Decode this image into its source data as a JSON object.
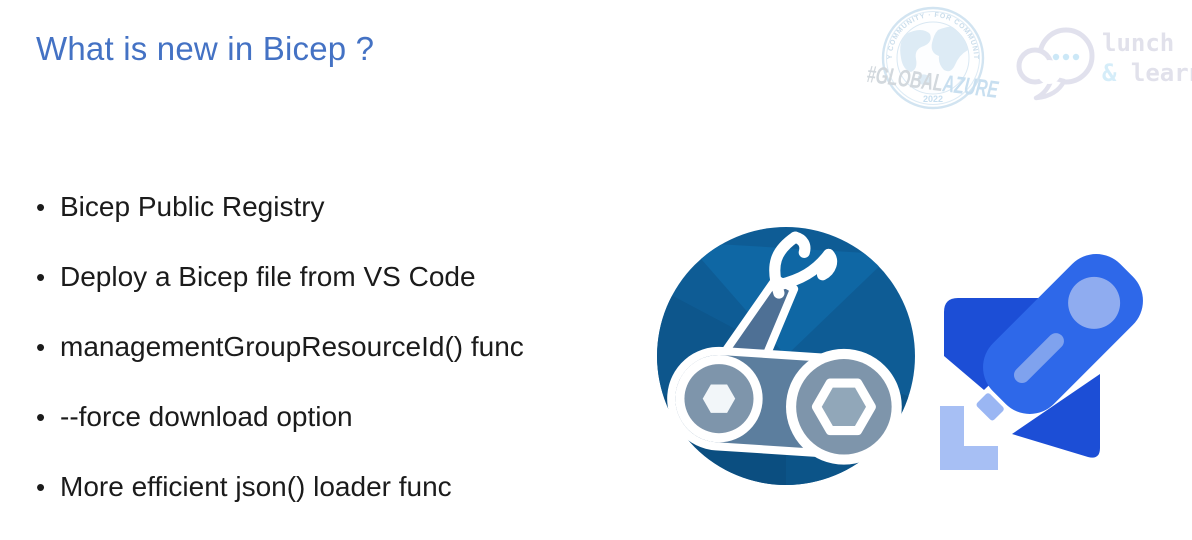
{
  "slide": {
    "title": "What is new in Bicep ?",
    "bullets": [
      "Bicep Public Registry",
      "Deploy a Bicep file from VS Code",
      "managementGroupResourceId() func",
      "--force download option",
      "More efficient json() loader func"
    ]
  },
  "badges": {
    "global_azure": {
      "arc_text": "· BY COMMUNITY · FOR COMMUNITY ·",
      "name_gray": "#GLOBAL",
      "name_blue": "AZURE",
      "year": "2022"
    },
    "lunch_learn": {
      "word1": "lunch",
      "ampersand": "&",
      "word2": " learn"
    }
  },
  "icons": {
    "bicep_logo": "bicep-robotic-arm-logo",
    "rocket": "azure-deploy-rocket-icon",
    "cloud_bubble": "cloud-speech-bubble-icon",
    "globe_badge": "global-azure-community-badge"
  },
  "colors": {
    "title_blue": "#4472C4",
    "body_text": "#1b1b1b",
    "bicep_circle_blue": "#0E5C95",
    "bicep_slate": "#4E7095",
    "rocket_body_blue": "#2E68E9",
    "rocket_fin_blue": "#1C4ED6",
    "rocket_light_blue": "#A7BFF4",
    "badge_ring_blue": "#AECFE6",
    "badge_text_blue": "#9CC6E4",
    "badge_text_gray": "#AEB9C2",
    "lunch_lavender": "#C9C9DC",
    "lunch_blue": "#B3DFF5"
  }
}
